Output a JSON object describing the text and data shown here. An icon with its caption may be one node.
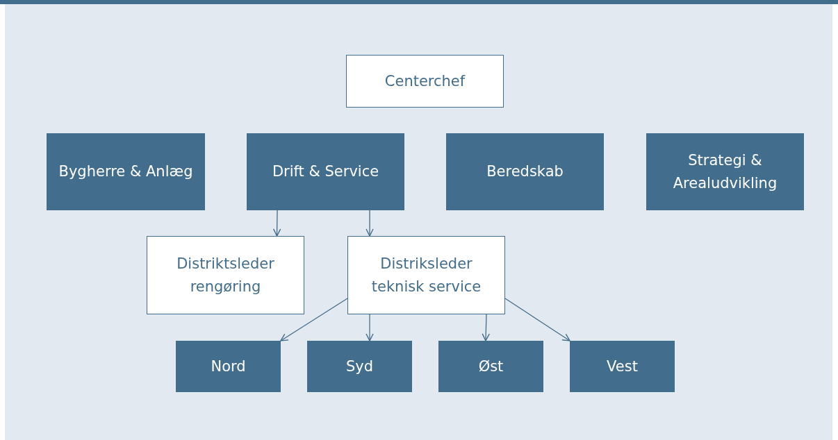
{
  "diagram": {
    "nodes": [
      {
        "text": [
          "Centerchef"
        ]
      },
      {
        "text": [
          "Bygherre & Anlæg"
        ]
      },
      {
        "text": [
          "Drift & Service"
        ]
      },
      {
        "text": [
          "Beredskab"
        ]
      },
      {
        "text": [
          "Strategi & Arealudvikling"
        ]
      },
      {
        "text": [
          "Distriktsleder rengøring"
        ]
      },
      {
        "text": [
          "Distriksleder teknisk service"
        ]
      },
      {
        "text": [
          "Nord"
        ]
      },
      {
        "text": [
          "Syd"
        ]
      },
      {
        "text": [
          "Øst"
        ]
      },
      {
        "text": [
          "Vest"
        ]
      }
    ],
    "edges": [
      {
        "from": 2,
        "to": 5,
        "arrow": "to"
      },
      {
        "from": 2,
        "to": 6,
        "arrow": "to"
      },
      {
        "from": 6,
        "to": 7,
        "arrow": "to"
      },
      {
        "from": 6,
        "to": 8,
        "arrow": "to"
      },
      {
        "from": 6,
        "to": 9,
        "arrow": "to"
      },
      {
        "from": 6,
        "to": 10,
        "arrow": "to"
      }
    ]
  }
}
